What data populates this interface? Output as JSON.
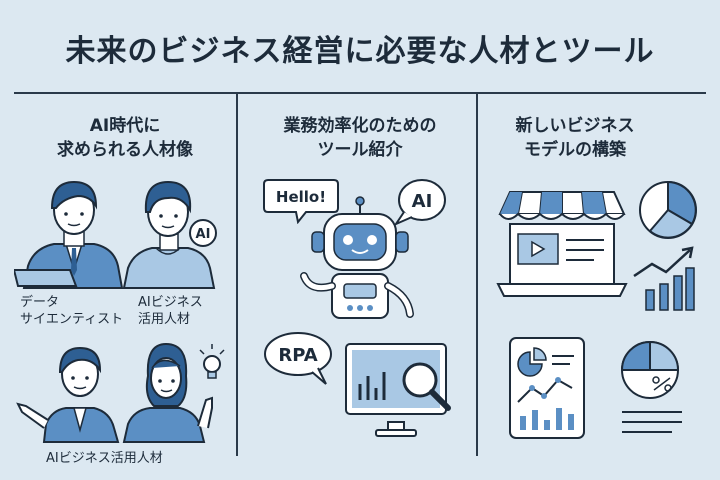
{
  "title": "未来のビジネス経営に必要な人材とツール",
  "columns": [
    {
      "heading_line1": "AI時代に",
      "heading_line2": "求められる人材像",
      "labels": {
        "data_scientist_line1": "データ",
        "data_scientist_line2": "サイエンティスト",
        "ai_biz_line1": "AIビジネス",
        "ai_biz_line2": "活用人材",
        "bottom": "AIビジネス活用人材"
      },
      "badge": "AI"
    },
    {
      "heading_line1": "業務効率化のための",
      "heading_line2": "ツール紹介",
      "bubble_hello": "Hello!",
      "bubble_ai": "AI",
      "bubble_rpa": "RPA"
    },
    {
      "heading_line1": "新しいビジネス",
      "heading_line2": "モデルの構築"
    }
  ],
  "colors": {
    "background": "#dce8f1",
    "accent_blue": "#5b8fc4",
    "light_blue": "#a9c8e4",
    "dark": "#1d2b3a"
  }
}
